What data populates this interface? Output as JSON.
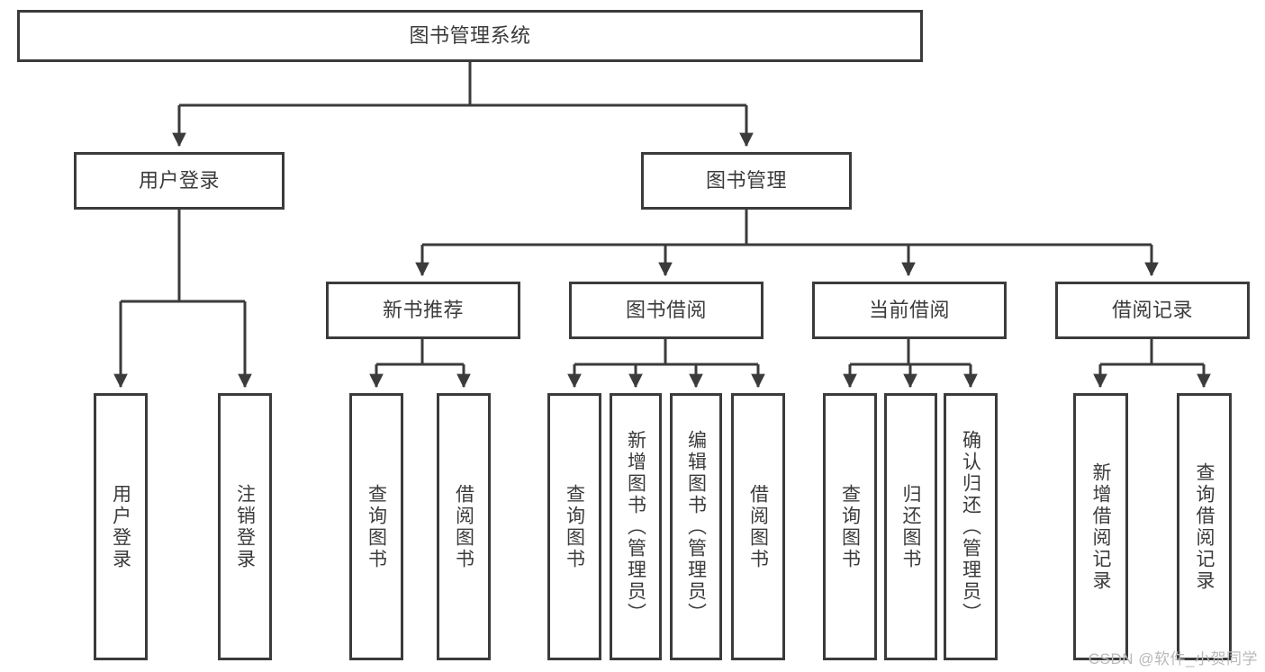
{
  "diagram": {
    "type": "tree",
    "title": "图书管理系统",
    "orientation": "top-down",
    "colors": {
      "stroke": "#3b3b3b",
      "fill": "#ffffff",
      "text": "#3b3b3b",
      "watermark": "#b9b9b9"
    },
    "root": {
      "label": "图书管理系统"
    },
    "level1": [
      {
        "label": "用户登录"
      },
      {
        "label": "图书管理"
      }
    ],
    "level2": [
      {
        "label": "新书推荐"
      },
      {
        "label": "图书借阅"
      },
      {
        "label": "当前借阅"
      },
      {
        "label": "借阅记录"
      }
    ],
    "leaves": {
      "user_login": [
        {
          "label": "用户登录"
        },
        {
          "label": "注销登录"
        }
      ],
      "new_book_recommend": [
        {
          "label": "查询图书"
        },
        {
          "label": "借阅图书"
        }
      ],
      "book_borrow": [
        {
          "label": "查询图书"
        },
        {
          "label": "新增图书（管理员）"
        },
        {
          "label": "编辑图书（管理员）"
        },
        {
          "label": "借阅图书"
        }
      ],
      "current_borrow": [
        {
          "label": "查询图书"
        },
        {
          "label": "归还图书"
        },
        {
          "label": "确认归还（管理员）"
        }
      ],
      "borrow_record": [
        {
          "label": "新增借阅记录"
        },
        {
          "label": "查询借阅记录"
        }
      ]
    }
  },
  "watermark": {
    "text": "CSDN @软件_小贺同学"
  }
}
